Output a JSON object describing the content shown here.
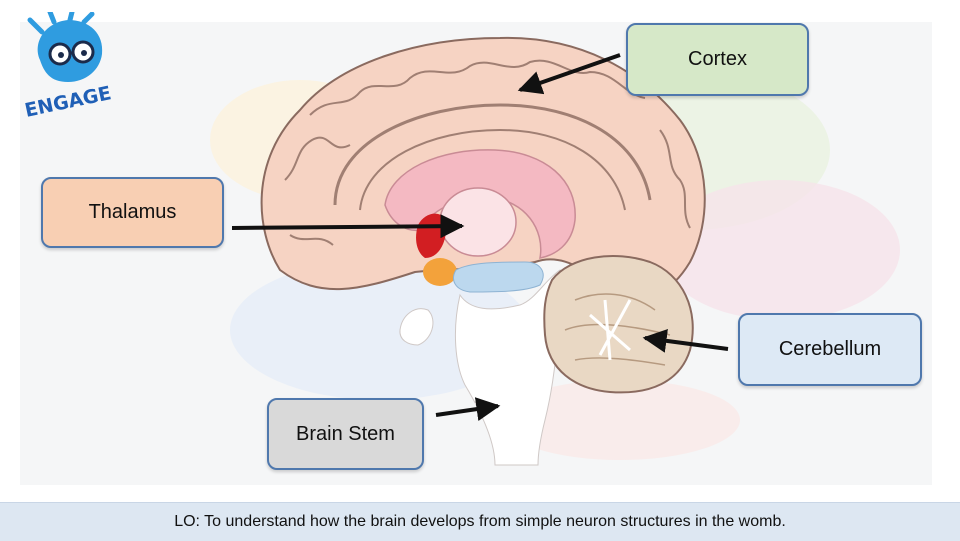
{
  "logo": {
    "text": "ENGAGE"
  },
  "labels": {
    "cortex": {
      "text": "Cortex",
      "color": "#d6e8c8"
    },
    "thalamus": {
      "text": "Thalamus",
      "color": "#f8cfb3"
    },
    "cerebellum": {
      "text": "Cerebellum",
      "color": "#dde9f5"
    },
    "brainstem": {
      "text": "Brain Stem",
      "color": "#d9d9d9"
    }
  },
  "footer": {
    "text": "LO: To understand how the brain develops from simple neuron structures in the womb."
  },
  "colors": {
    "brain": "#f6d3c3",
    "brain_outline": "#8a6a5f",
    "limbic": "#f4b9c2",
    "thalamus": "#fbe3e6",
    "red_structure": "#d21e22",
    "orange_structure": "#f3a23b",
    "blue_structure": "#bcd8ee",
    "cerebellum": "#e9d8c4",
    "arrow": "#111111"
  }
}
